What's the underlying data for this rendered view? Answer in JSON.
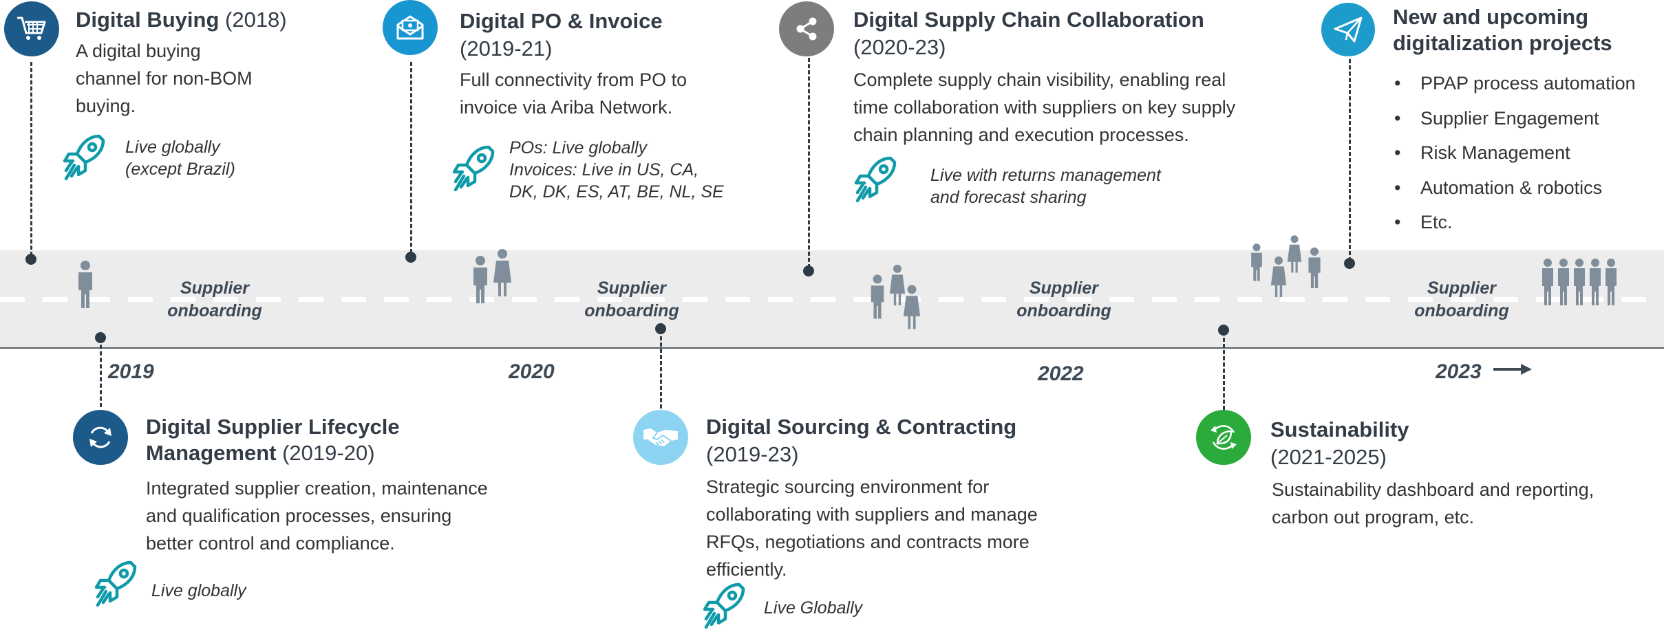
{
  "colors": {
    "band": "#ececec",
    "connector": "#2e3a44",
    "dark_blue": "#1c5a8a",
    "blue": "#1896d2",
    "gray": "#7d7d7d",
    "cyan": "#1d9ccc",
    "light_blue": "#8dd4f2",
    "green": "#2aab3c",
    "teal": "#0f9aa9",
    "person": "#7f8e9a"
  },
  "timeline": {
    "onboarding_label_1": "Supplier",
    "onboarding_label_2": "onboarding",
    "years": [
      "2019",
      "2020",
      "2022",
      "2023"
    ]
  },
  "milestones": [
    {
      "icon": "shopping-cart-icon",
      "title": "Digital Buying",
      "period": "(2018)",
      "description": [
        "A digital buying",
        "channel for non-BOM",
        "buying."
      ],
      "status": [
        "Live globally",
        "(except Brazil)"
      ]
    },
    {
      "icon": "envelope-invoice-icon",
      "title": "Digital PO & Invoice",
      "period": "(2019-21)",
      "description": [
        "Full connectivity from PO to",
        "invoice via Ariba Network."
      ],
      "status": [
        "POs: Live globally",
        "Invoices: Live in US, CA,",
        "DK, DK, ES, AT, BE, NL, SE"
      ]
    },
    {
      "icon": "share-icon",
      "title": "Digital Supply Chain Collaboration",
      "period": "(2020-23)",
      "description": [
        "Complete supply chain visibility, enabling real",
        "time collaboration with suppliers on key supply",
        "chain planning and execution processes."
      ],
      "status": [
        "Live with returns management",
        "and forecast sharing"
      ]
    },
    {
      "icon": "paper-plane-icon",
      "title_lines": [
        "New and upcoming",
        "digitalization projects"
      ],
      "bullets": [
        "PPAP process automation",
        "Supplier Engagement",
        "Risk Management",
        "Automation & robotics",
        "Etc."
      ]
    },
    {
      "icon": "refresh-icon",
      "title_lines": [
        "Digital Supplier Lifecycle",
        "Management"
      ],
      "period": "(2019-20)",
      "description": [
        "Integrated supplier creation, maintenance",
        "and qualification processes, ensuring",
        "better control and compliance."
      ],
      "status": [
        "Live globally"
      ]
    },
    {
      "icon": "handshake-icon",
      "title": "Digital Sourcing & Contracting",
      "period": "(2019-23)",
      "description": [
        "Strategic sourcing environment for",
        "collaborating with suppliers and manage",
        "RFQs, negotiations and contracts more",
        "efficiently."
      ],
      "status": [
        "Live Globally"
      ]
    },
    {
      "icon": "leaf-recycle-icon",
      "title": "Sustainability",
      "period": "(2021-2025)",
      "description": [
        "Sustainability dashboard and reporting,",
        "carbon out program, etc."
      ]
    }
  ]
}
